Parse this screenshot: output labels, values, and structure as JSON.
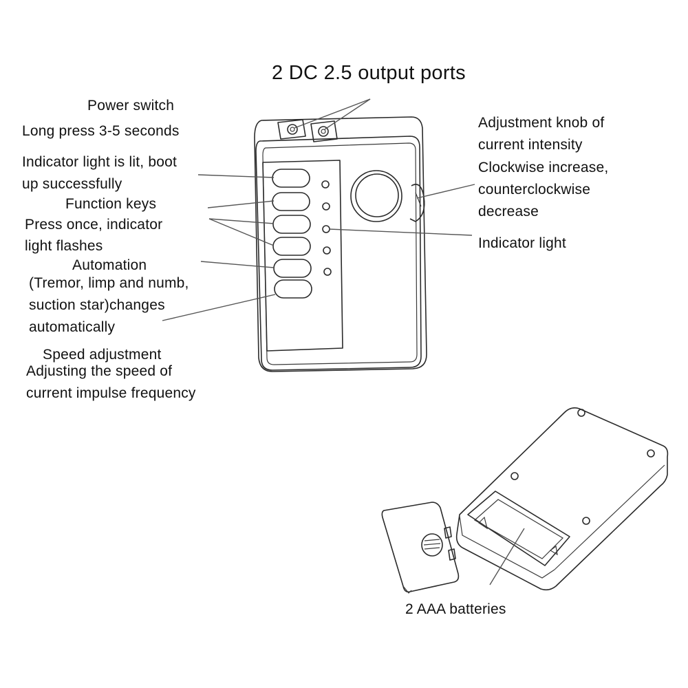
{
  "labels": {
    "output_ports": "2 DC 2.5 output ports",
    "power_switch": [
      "Power switch",
      "Long press 3-5 seconds"
    ],
    "indicator_boot": [
      "Indicator light is lit, boot",
      "up successfully"
    ],
    "function_keys": [
      "Function keys",
      "Press once, indicator",
      "light flashes"
    ],
    "automation": [
      "Automation",
      "(Tremor, limp and numb,",
      "suction star)changes",
      "automatically"
    ],
    "speed": [
      "Speed adjustment",
      "Adjusting the speed of",
      "current impulse frequency"
    ],
    "knob": [
      "Adjustment knob of",
      "current intensity",
      "Clockwise increase,",
      "counterclockwise",
      "decrease"
    ],
    "indicator_light": "Indicator light",
    "batteries": "2 AAA batteries"
  },
  "icons": {
    "front_view": "device-front-illustration",
    "back_view": "device-back-illustration",
    "battery_cover": "battery-cover-illustration"
  }
}
